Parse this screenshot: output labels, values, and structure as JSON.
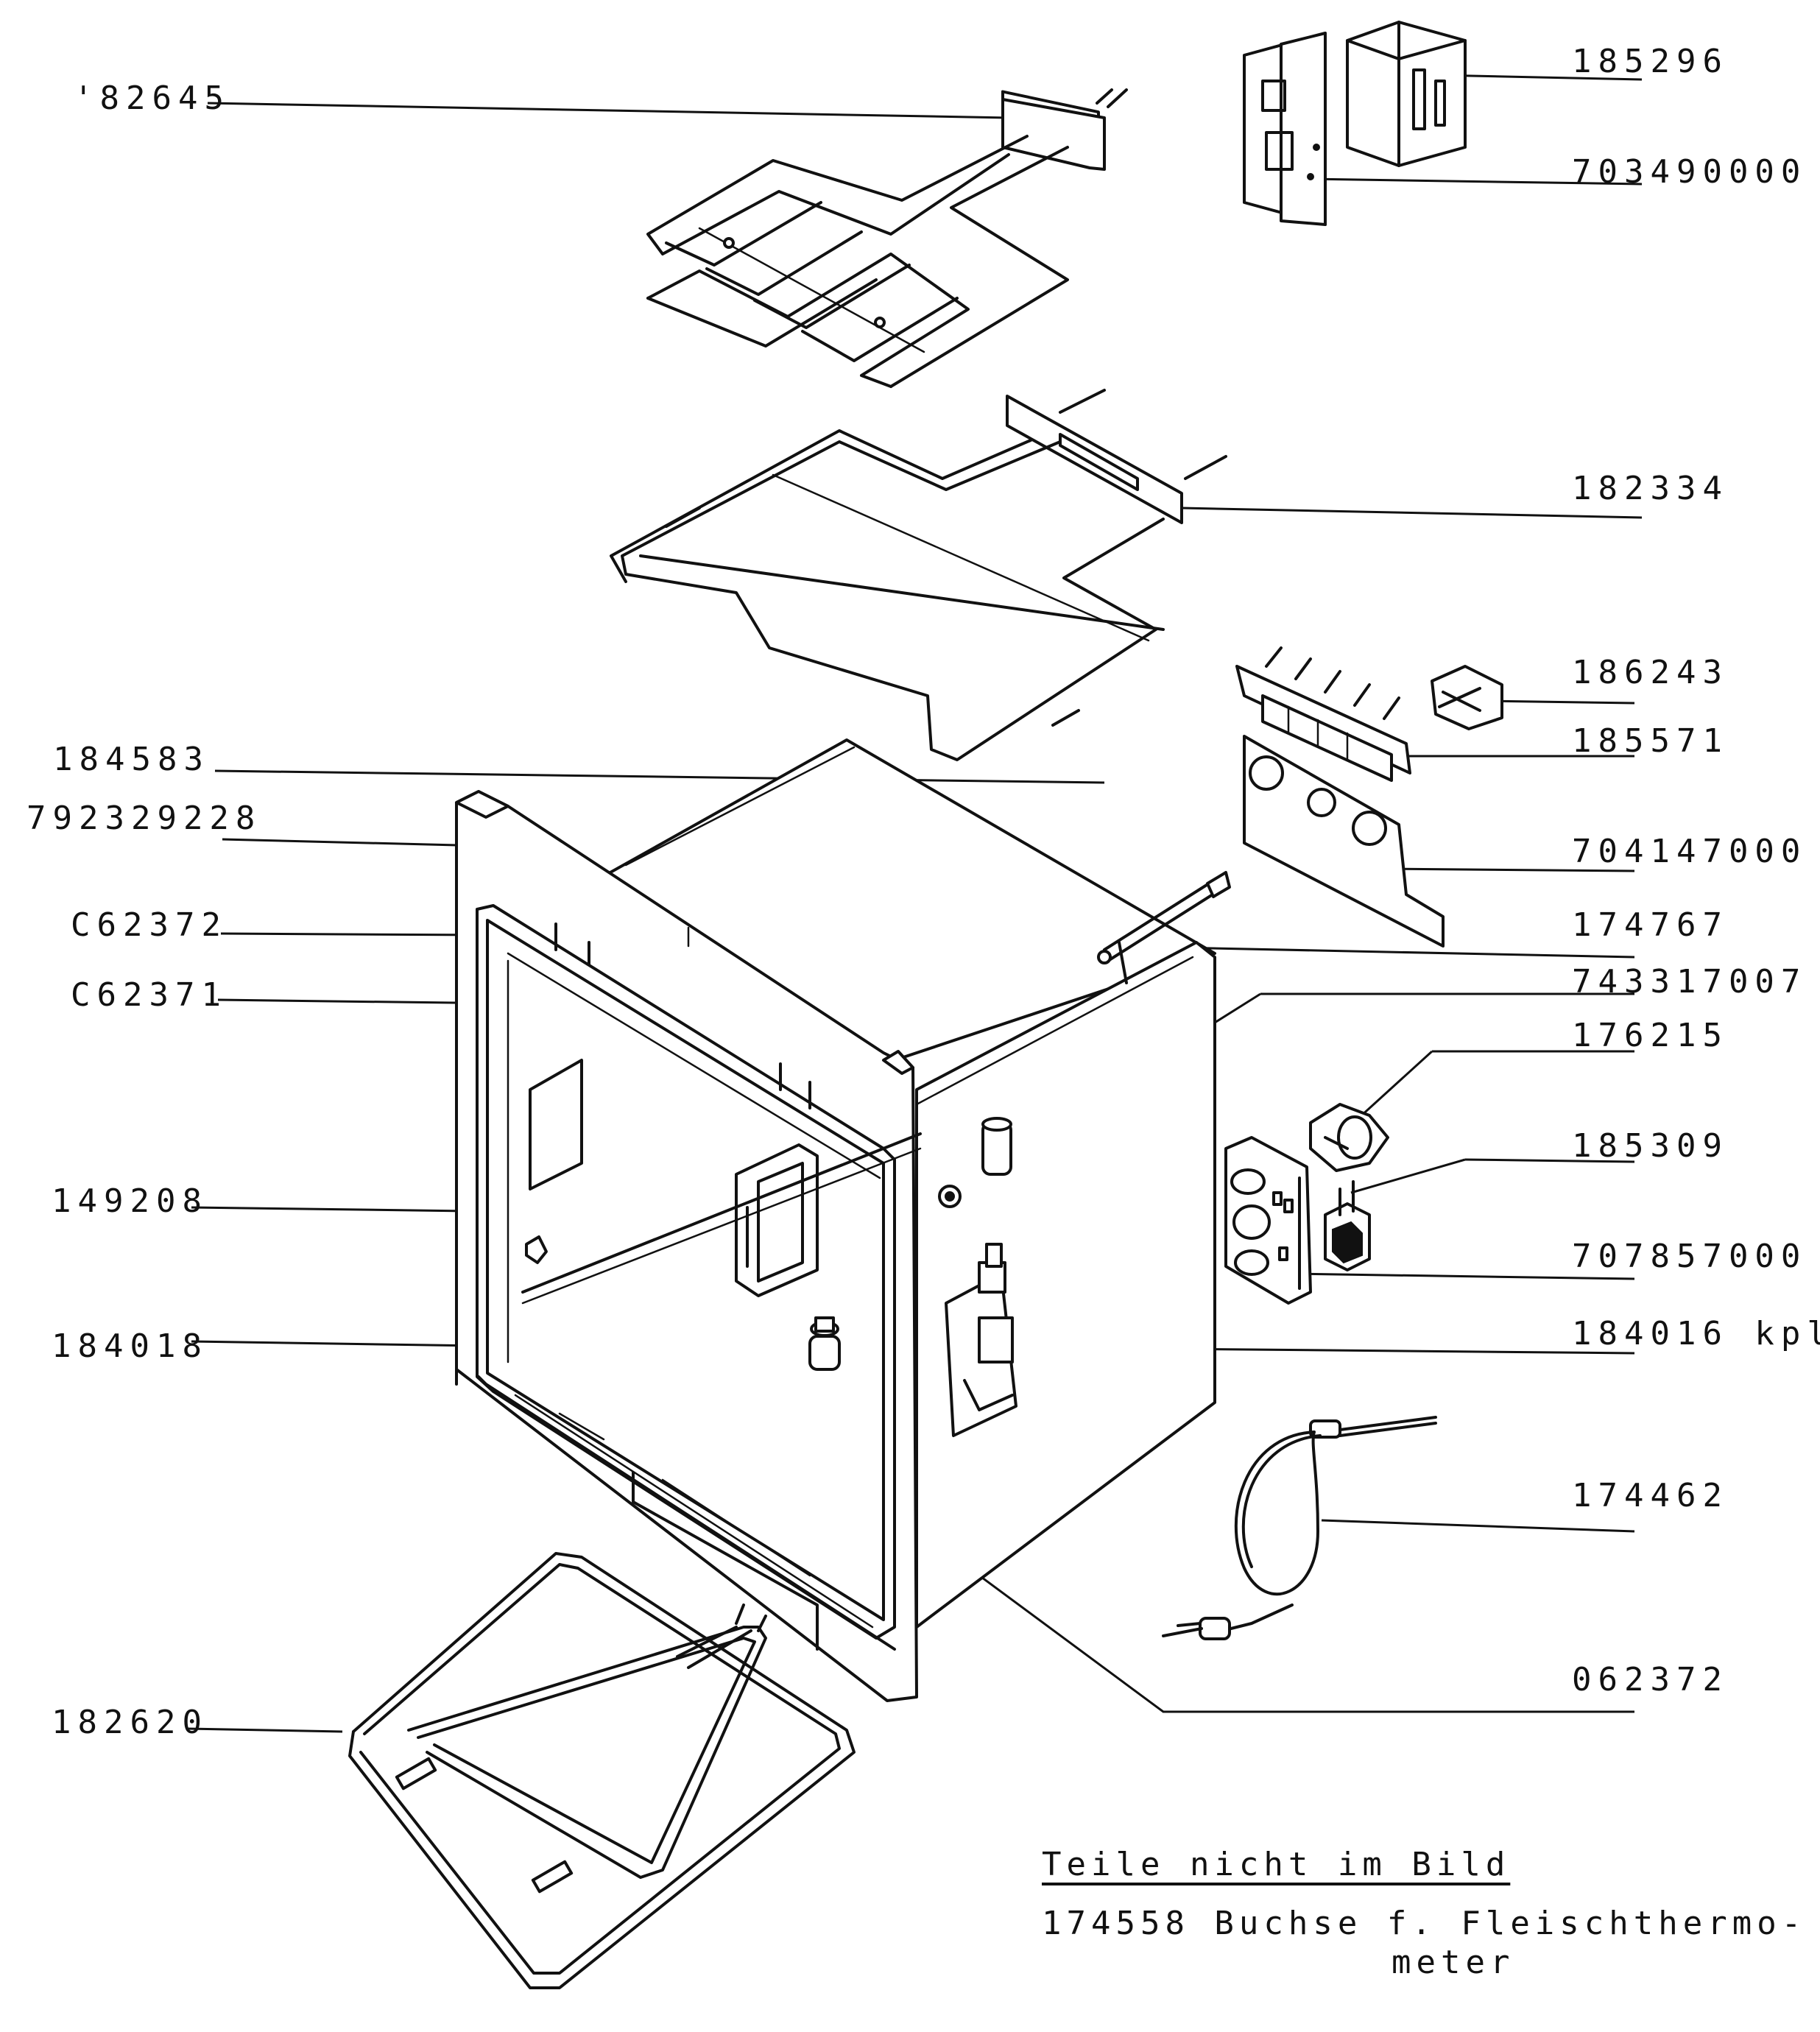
{
  "part_numbers": {
    "p182645": "'82645",
    "p185296": "185296",
    "p703490000": "703490000",
    "p182334": "182334",
    "p186243": "186243",
    "p185571": "185571",
    "p184583": "184583",
    "p792329228": "792329228",
    "p704147000": "704147000",
    "p062372_left": "C62372",
    "p174767": "174767",
    "p743317007": "743317007",
    "p062371": "C62371",
    "p176215": "176215",
    "p185309": "185309",
    "p149208": "149208",
    "p707857000": "707857000",
    "p184018": "184018",
    "p184016": "184016 kpl",
    "p174462": "174462",
    "p062372_right": "062372",
    "p182620": "182620"
  },
  "note": {
    "title": "Teile nicht im Bild",
    "line1": "174558 Buchse f. Fleischthermo-",
    "line2": "meter"
  }
}
